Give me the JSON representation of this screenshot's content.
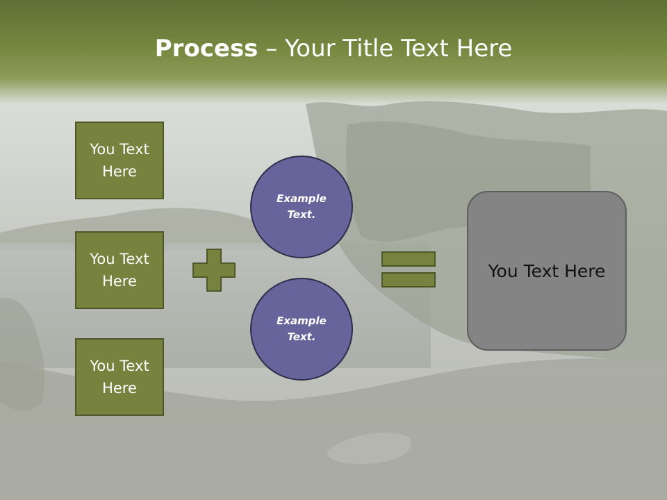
{
  "slide": {
    "title_bold": "Process",
    "title_rest": " – Your Title Text Here",
    "left_boxes": [
      {
        "label": "You Text Here"
      },
      {
        "label": "You Text Here"
      },
      {
        "label": "You Text Here"
      }
    ],
    "circles": [
      {
        "label": "Example Text."
      },
      {
        "label": "Example Text."
      }
    ],
    "result_label": "You Text Here"
  },
  "colors": {
    "header_green": "#76873f",
    "box_green": "#77823f",
    "circle_purple": "#66649b",
    "result_gray": "#848484"
  },
  "icons": [
    "plus-icon",
    "equals-icon"
  ]
}
